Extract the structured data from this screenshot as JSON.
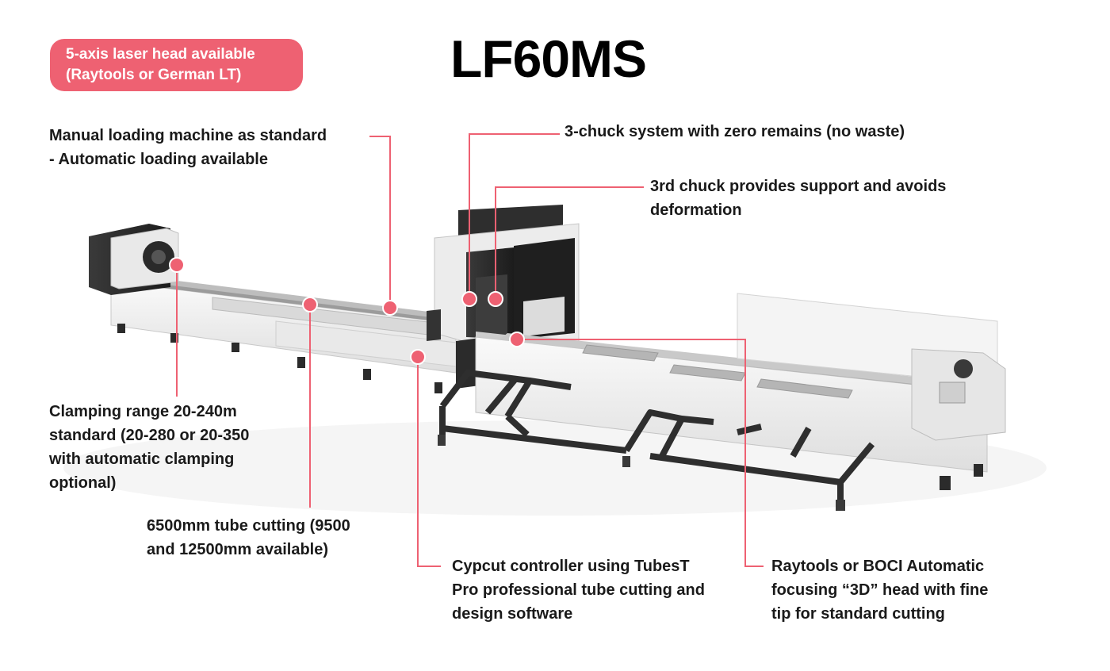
{
  "badge": {
    "line1": "5-axis laser head available",
    "line2": "(Raytools or German LT)"
  },
  "title": "LF60MS",
  "callouts": {
    "loading": {
      "line1": "Manual loading machine as standard",
      "line2": "- Automatic loading available"
    },
    "chuck_system": {
      "line1": "3-chuck system with zero remains (no waste)"
    },
    "third_chuck": {
      "line1": "3rd chuck provides support and avoids",
      "line2": "deformation"
    },
    "clamping": {
      "line1": "Clamping range 20-240m",
      "line2": "standard (20-280 or 20-350",
      "line3": "with automatic clamping",
      "line4": "optional)"
    },
    "tube_cutting": {
      "line1": "6500mm tube cutting (9500",
      "line2": "and 12500mm available)"
    },
    "controller": {
      "line1": "Cypcut controller using TubesT",
      "line2": "Pro professional tube cutting and",
      "line3": "design software"
    },
    "focusing_head": {
      "line1": "Raytools or BOCI Automatic",
      "line2": "focusing “3D” head with fine",
      "line3": "tip for standard cutting"
    }
  },
  "colors": {
    "accent": "#ee6172",
    "text": "#1a1a1a"
  }
}
